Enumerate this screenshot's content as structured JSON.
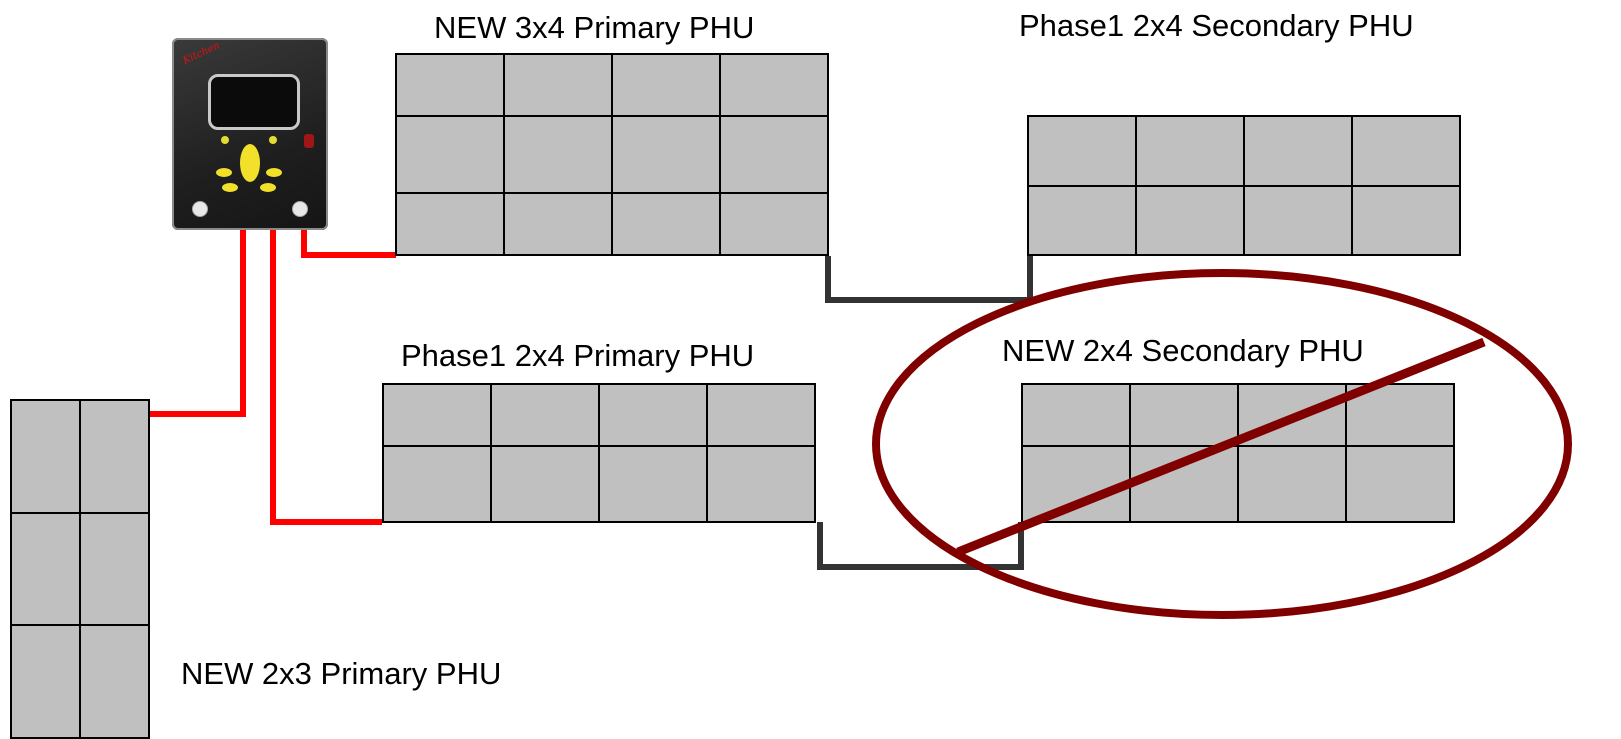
{
  "labels": {
    "new_3x4_primary": "NEW 3x4 Primary PHU",
    "phase1_2x4_secondary": "Phase1 2x4 Secondary PHU",
    "phase1_2x4_primary": "Phase1 2x4 Primary PHU",
    "new_2x4_secondary": "NEW 2x4 Secondary PHU",
    "new_2x3_primary": "NEW 2x3 Primary PHU"
  },
  "units": [
    {
      "id": "new-3x4-primary",
      "rows": 3,
      "cols": 4
    },
    {
      "id": "phase1-2x4-secondary",
      "rows": 2,
      "cols": 4
    },
    {
      "id": "phase1-2x4-primary",
      "rows": 2,
      "cols": 4
    },
    {
      "id": "new-2x4-secondary",
      "rows": 2,
      "cols": 4,
      "crossed_out": true
    },
    {
      "id": "new-2x3-primary",
      "rows": 3,
      "cols": 2
    }
  ],
  "colors": {
    "cell": "#c0c0c0",
    "power_wire": "#ff0000",
    "link_wire": "#333333",
    "cross_out": "#800000"
  },
  "controller": {
    "icon": "controller-device-icon",
    "brand_text": "Kitchen"
  }
}
